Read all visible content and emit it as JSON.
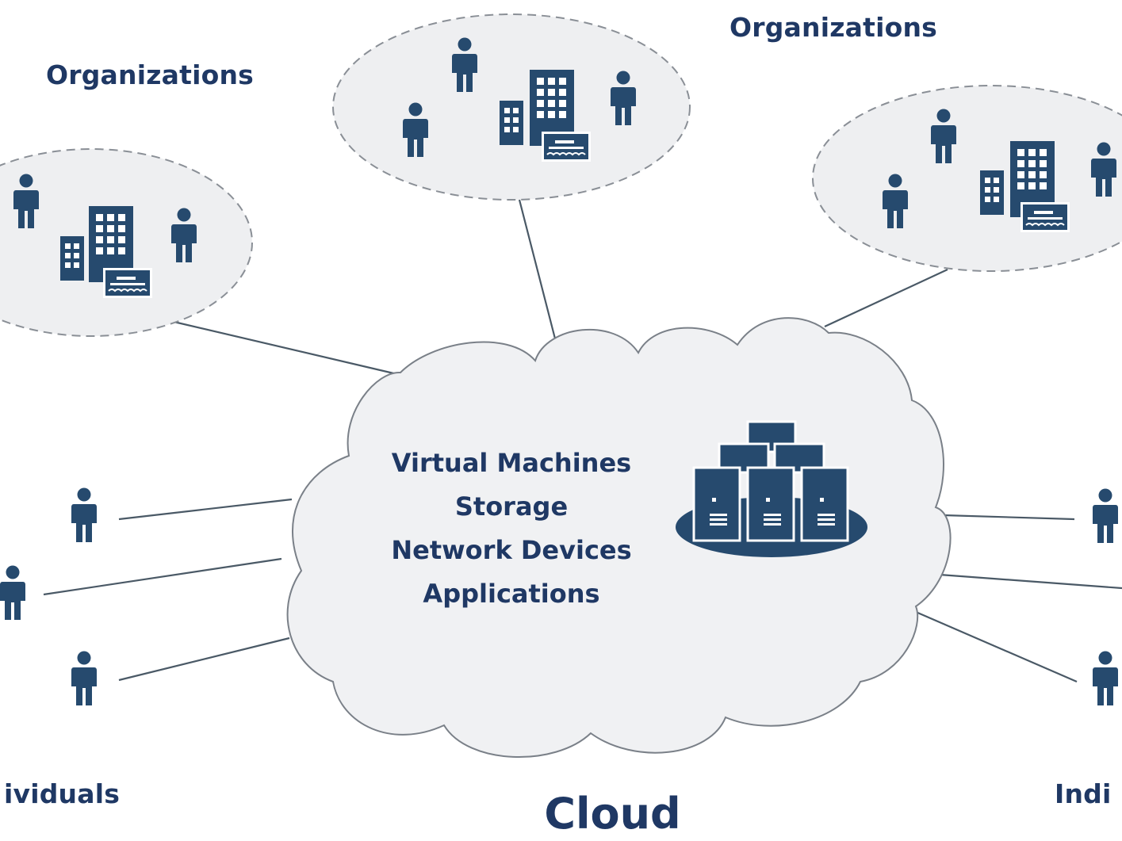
{
  "colors": {
    "icon": "#264a6e",
    "text": "#1f3864",
    "ellipse_fill": "#eeeff1",
    "ellipse_stroke": "#8a8f96",
    "cloud_fill": "#f0f1f3",
    "cloud_stroke": "#7a8088",
    "link": "#4a5966"
  },
  "labels": {
    "organizations_left": "Organizations",
    "organizations_right": "Organizations",
    "individuals_left": "ividuals",
    "individuals_right": "Indi",
    "cloud_title": "Cloud"
  },
  "cloud_items": [
    "Virtual Machines",
    "Storage",
    "Network Devices",
    "Applications"
  ],
  "icons": {
    "person": "person-icon",
    "building": "office-building-icon",
    "desk": "front-desk-icon",
    "server": "server-stack-icon"
  }
}
